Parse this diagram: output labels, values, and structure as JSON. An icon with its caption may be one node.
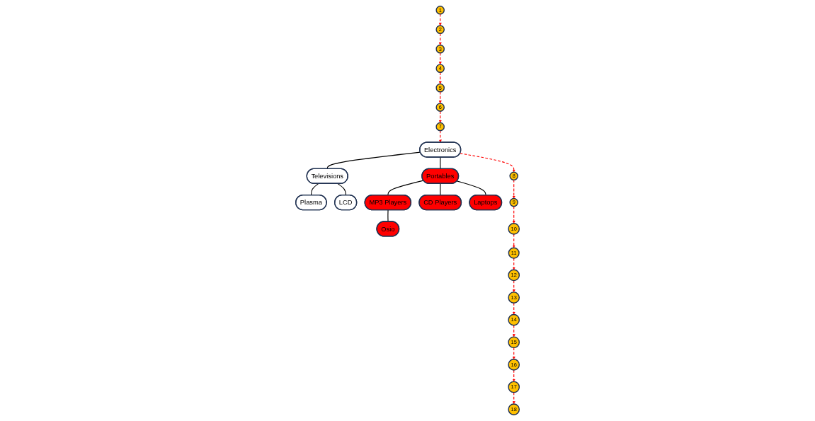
{
  "diagram": {
    "nodes": [
      {
        "text": [
          "Electronics"
        ]
      },
      {
        "text": [
          "1"
        ]
      },
      {
        "text": [
          "18"
        ]
      },
      {
        "text": [
          "Televisions"
        ]
      },
      {
        "text": [
          "2"
        ]
      },
      {
        "text": [
          "7"
        ]
      },
      {
        "text": [
          "Portables"
        ]
      },
      {
        "text": [
          "8"
        ]
      },
      {
        "text": [
          "17"
        ]
      },
      {
        "text": [
          "Plasma"
        ]
      },
      {
        "text": [
          "3"
        ]
      },
      {
        "text": [
          "4"
        ]
      },
      {
        "text": [
          "LCD"
        ]
      },
      {
        "text": [
          "5"
        ]
      },
      {
        "text": [
          "6"
        ]
      },
      {
        "text": [
          "MP3 Players"
        ]
      },
      {
        "text": [
          "9"
        ]
      },
      {
        "text": [
          "12"
        ]
      },
      {
        "text": [
          "CD Players"
        ]
      },
      {
        "text": [
          "13"
        ]
      },
      {
        "text": [
          "14"
        ]
      },
      {
        "text": [
          "Laptops"
        ]
      },
      {
        "text": [
          "15"
        ]
      },
      {
        "text": [
          "16"
        ]
      },
      {
        "text": [
          "Osio"
        ]
      },
      {
        "text": [
          "10"
        ]
      },
      {
        "text": [
          "11"
        ]
      }
    ],
    "edges": [
      {
        "from": 0,
        "to": 3,
        "arrow": "none",
        "color": "#000000"
      },
      {
        "from": 0,
        "to": 6,
        "arrow": "none",
        "color": "#000000"
      },
      {
        "from": 3,
        "to": 9,
        "arrow": "none",
        "color": "#000000"
      },
      {
        "from": 3,
        "to": 12,
        "arrow": "none",
        "color": "#000000"
      },
      {
        "from": 6,
        "to": 15,
        "arrow": "none",
        "color": "#000000"
      },
      {
        "from": 6,
        "to": 18,
        "arrow": "none",
        "color": "#000000"
      },
      {
        "from": 6,
        "to": 21,
        "arrow": "none",
        "color": "#000000"
      },
      {
        "from": 15,
        "to": 24,
        "arrow": "none",
        "color": "#000000"
      },
      {
        "from": 1,
        "to": 4,
        "arrow": "to",
        "style": "dashed"
      },
      {
        "from": 4,
        "to": 10,
        "arrow": "to",
        "style": "dashed"
      },
      {
        "from": 10,
        "to": 11,
        "arrow": "to",
        "style": "dashed"
      },
      {
        "from": 11,
        "to": 13,
        "arrow": "to",
        "style": "dashed"
      },
      {
        "from": 13,
        "to": 14,
        "arrow": "to",
        "style": "dashed"
      },
      {
        "from": 14,
        "to": 5,
        "arrow": "to",
        "style": "dashed"
      },
      {
        "from": 5,
        "to": 0,
        "arrow": "to",
        "style": "dashed"
      },
      {
        "from": 0,
        "to": 7,
        "arrow": "to",
        "style": "dashed"
      },
      {
        "from": 7,
        "to": 16,
        "arrow": "to",
        "style": "dashed"
      },
      {
        "from": 16,
        "to": 25,
        "arrow": "to",
        "style": "dashed"
      },
      {
        "from": 25,
        "to": 26,
        "arrow": "to",
        "style": "dashed"
      },
      {
        "from": 26,
        "to": 17,
        "arrow": "to",
        "style": "dashed"
      },
      {
        "from": 17,
        "to": 19,
        "arrow": "to",
        "style": "dashed"
      },
      {
        "from": 19,
        "to": 20,
        "arrow": "to",
        "style": "dashed"
      },
      {
        "from": 20,
        "to": 22,
        "arrow": "to",
        "style": "dashed"
      },
      {
        "from": 22,
        "to": 23,
        "arrow": "to",
        "style": "dashed"
      },
      {
        "from": 23,
        "to": 8,
        "arrow": "to",
        "style": "dashed"
      },
      {
        "from": 8,
        "to": 2,
        "arrow": "to",
        "style": "dashed"
      }
    ]
  }
}
